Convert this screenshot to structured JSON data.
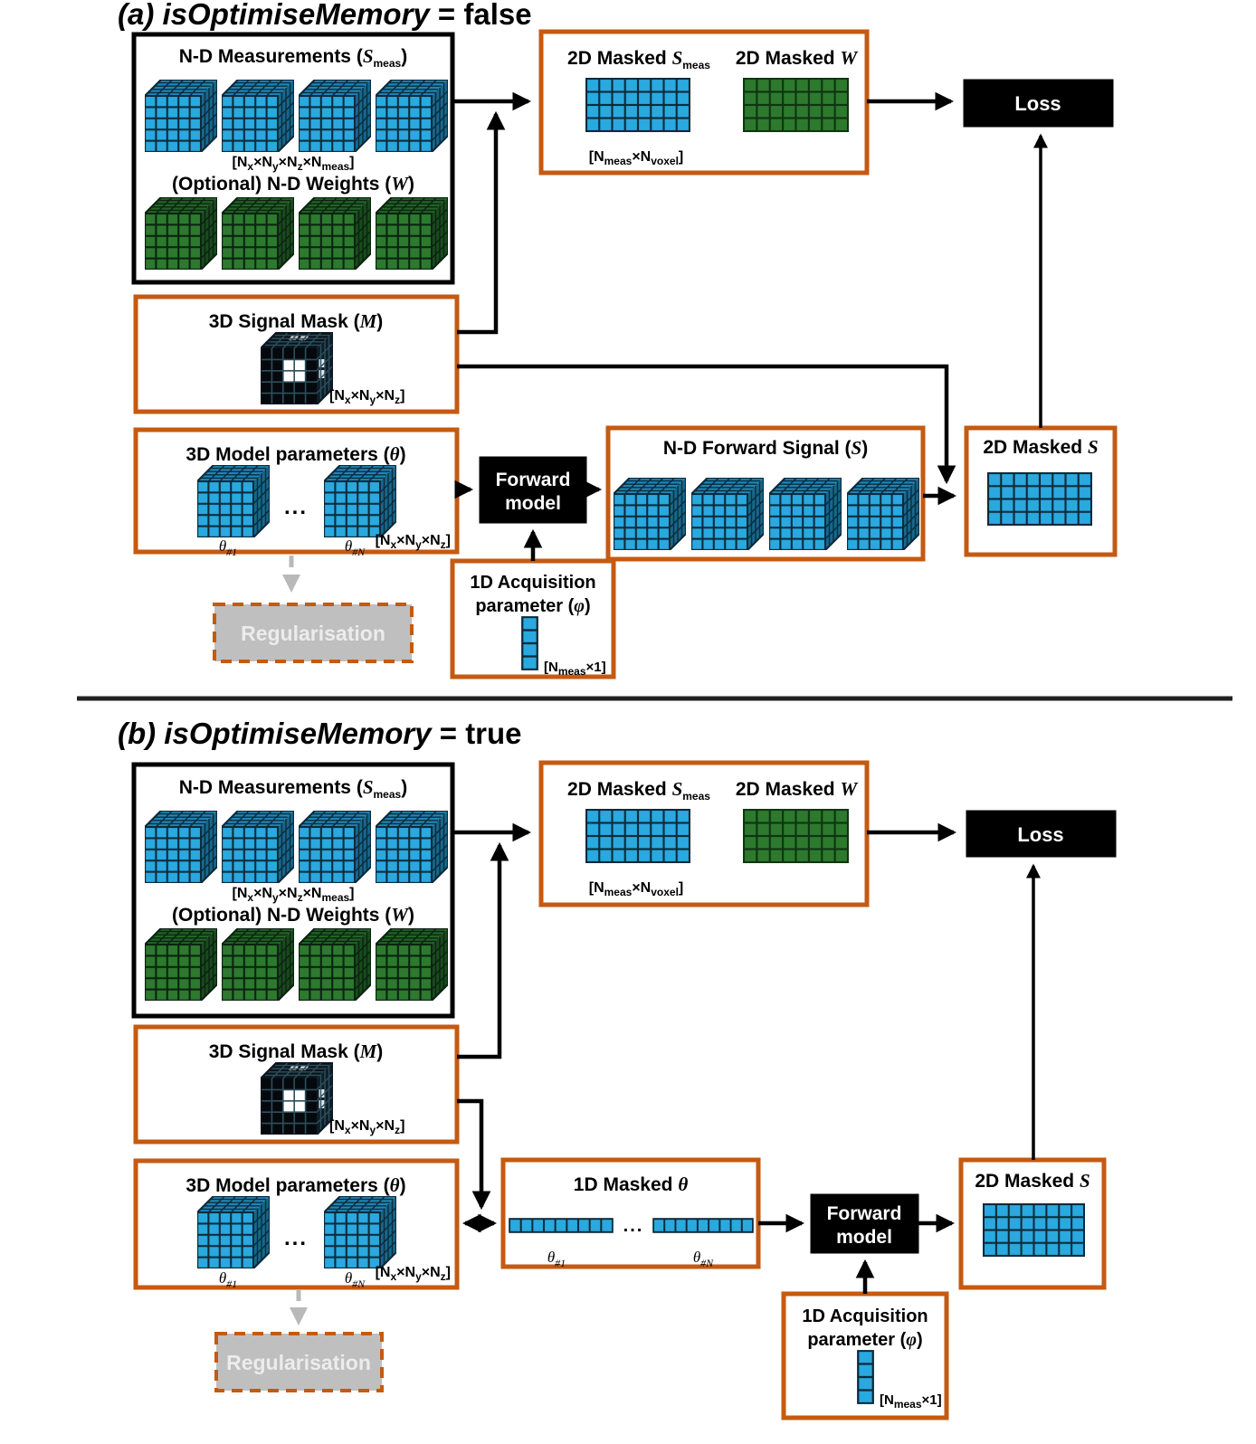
{
  "figure": {
    "panel_a_title": {
      "main": "(a) isOptimiseMemory",
      "eq": " = ",
      "value": "false"
    },
    "panel_b_title": {
      "main": "(b) isOptimiseMemory",
      "eq": " = ",
      "value": "true"
    }
  },
  "labels": {
    "nd_measurements": {
      "pre": "N-D Measurements (",
      "sym": "S",
      "sub": "meas",
      "post": ")"
    },
    "dims_4d": {
      "p0": "[N",
      "s0": "x",
      "p1": "×N",
      "s1": "y",
      "p2": "×N",
      "s2": "z",
      "p3": "×N",
      "s3": "meas",
      "p4": "]"
    },
    "optional_weights": {
      "pre": "(Optional) N-D Weights (",
      "sym": "W",
      "post": ")"
    },
    "masked_smeas": {
      "pre": "2D Masked ",
      "sym": "S",
      "sub": "meas"
    },
    "masked_w": {
      "pre": "2D Masked ",
      "sym": "W"
    },
    "dims_2d": {
      "p0": "[N",
      "s0": "meas",
      "p1": "×N",
      "s1": "voxel",
      "p2": "]"
    },
    "loss": "Loss",
    "signal_mask": {
      "pre": "3D Signal Mask (",
      "sym": "M",
      "post": ")"
    },
    "dims_3d": {
      "p0": "[N",
      "s0": "x",
      "p1": "×N",
      "s1": "y",
      "p2": "×N",
      "s2": "z",
      "p3": "]"
    },
    "model_params": {
      "pre": "3D Model parameters (",
      "sym": "θ",
      "post": ")"
    },
    "theta_first": {
      "sym": "θ",
      "sub": "#1"
    },
    "theta_last": {
      "sym": "θ",
      "sub": "#N"
    },
    "ellipsis": "...",
    "forward_model": {
      "line1": "Forward",
      "line2": "model"
    },
    "nd_forward_signal": {
      "pre": "N-D Forward Signal (",
      "sym": "S",
      "post": ")"
    },
    "masked_s": {
      "pre": "2D Masked ",
      "sym": "S"
    },
    "masked_theta": {
      "pre": "1D Masked ",
      "sym": "θ"
    },
    "regularisation": "Regularisation",
    "acquisition": {
      "line1": "1D Acquisition",
      "line2_pre": "parameter (",
      "sym": "φ",
      "line2_post": ")"
    },
    "dims_1d": {
      "p0": "[N",
      "s0": "meas",
      "p1": "×1]"
    }
  },
  "colors": {
    "accent_orange": "#C55A11",
    "cube_blue": "#29A9DF",
    "cube_green": "#2D7A2F",
    "mask_dark": "#060D13",
    "box_black": "#000000",
    "regularisation_gray": "#BFBFBF",
    "arrow_gray": "#B9B9B9"
  }
}
